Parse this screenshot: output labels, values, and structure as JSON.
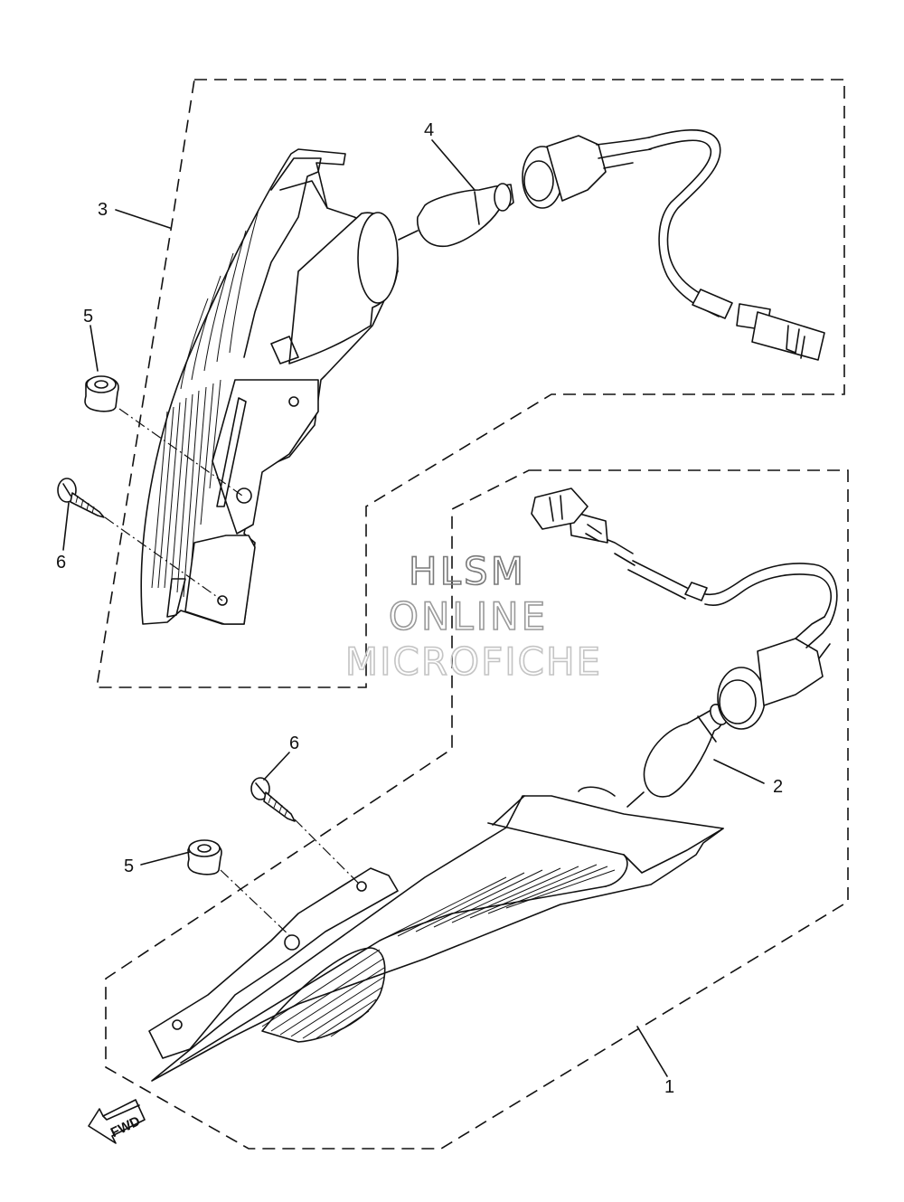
{
  "callouts": {
    "c1": "1",
    "c2": "2",
    "c3": "3",
    "c4": "4",
    "c5_upper": "5",
    "c5_lower": "5",
    "c6_upper": "6",
    "c6_lower": "6"
  },
  "watermark": {
    "line1": "HLSM",
    "line2": "ONLINE",
    "line3": "MICROFICHE"
  },
  "direction_label": "FWD",
  "icons": {
    "forward_arrow": "fwd-arrow-icon"
  }
}
